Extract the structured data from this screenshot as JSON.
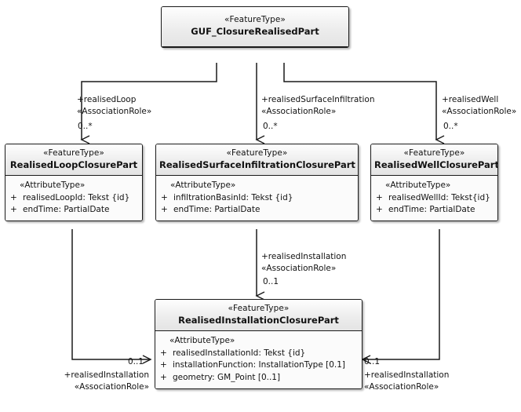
{
  "diagram": {
    "kind": "uml-class-diagram",
    "colors": {
      "line": "#1a1a1a",
      "class_fill": "#fdfdfd",
      "header_fill": "#ededed",
      "text": "#111111",
      "background": "#ffffff"
    },
    "classes": [
      {
        "id": "closure",
        "stereotype": "«FeatureType»",
        "name": "GUF_ClosureRealisedPart",
        "attribute_stereotype": null,
        "attributes": []
      },
      {
        "id": "loop",
        "stereotype": "«FeatureType»",
        "name": "RealisedLoopClosurePart",
        "attribute_stereotype": "«AttributeType»",
        "attributes": [
          {
            "visibility": "+",
            "text": "realisedLoopId: Tekst {id}"
          },
          {
            "visibility": "+",
            "text": "endTime: PartialDate"
          }
        ]
      },
      {
        "id": "surface",
        "stereotype": "«FeatureType»",
        "name": "RealisedSurfaceInfiltrationClosurePart",
        "attribute_stereotype": "«AttributeType»",
        "attributes": [
          {
            "visibility": "+",
            "text": "infiltrationBasinId: Tekst {id}"
          },
          {
            "visibility": "+",
            "text": "endTime: PartialDate"
          }
        ]
      },
      {
        "id": "well",
        "stereotype": "«FeatureType»",
        "name": "RealisedWellClosurePart",
        "attribute_stereotype": "«AttributeType»",
        "attributes": [
          {
            "visibility": "+",
            "text": "realisedWellId: Tekst{id}"
          },
          {
            "visibility": "+",
            "text": "endTime: PartialDate"
          }
        ]
      },
      {
        "id": "installation",
        "stereotype": "«FeatureType»",
        "name": "RealisedInstallationClosurePart",
        "attribute_stereotype": "«AttributeType»",
        "attributes": [
          {
            "visibility": "+",
            "text": "realisedInstallationId: Tekst {id}"
          },
          {
            "visibility": "+",
            "text": "installationFunction: InstallationType [0.1]"
          },
          {
            "visibility": "+",
            "text": "geometry: GM_Point [0..1]"
          }
        ]
      }
    ],
    "associations": [
      {
        "id": "assoc-loop",
        "role": "+realisedLoop",
        "stereotype": "«AssociationRole»",
        "multiplicity": "0..*",
        "from": "closure",
        "to": "loop"
      },
      {
        "id": "assoc-surface",
        "role": "+realisedSurfaceInfiltration",
        "stereotype": "«AssociationRole»",
        "multiplicity": "0..*",
        "from": "closure",
        "to": "surface"
      },
      {
        "id": "assoc-well",
        "role": "+realisedWell",
        "stereotype": "«AssociationRole»",
        "multiplicity": "0..*",
        "from": "closure",
        "to": "well"
      },
      {
        "id": "assoc-surface-installation",
        "role": "+realisedInstallation",
        "stereotype": "«AssociationRole»",
        "multiplicity": "0..1",
        "from": "surface",
        "to": "installation"
      },
      {
        "id": "assoc-loop-installation",
        "role": "+realisedInstallation",
        "stereotype": "«AssociationRole»",
        "multiplicity": "0..1",
        "from": "loop",
        "to": "installation"
      },
      {
        "id": "assoc-well-installation",
        "role": "+realisedInstallation",
        "stereotype": "«AssociationRole»",
        "multiplicity": "0..1",
        "from": "well",
        "to": "installation"
      }
    ]
  }
}
